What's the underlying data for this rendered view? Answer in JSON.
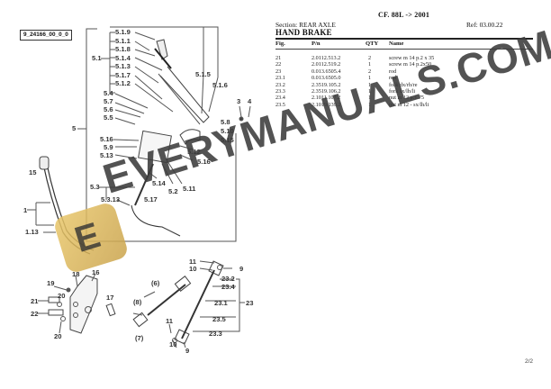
{
  "header": {
    "model": "CF. 88L -> 2001",
    "section": "Section: REAR AXLE",
    "ref": "Ref: 03.00.22",
    "group_name": "HAND BRAKE"
  },
  "table": {
    "columns": [
      "Fig.",
      "P/n",
      "QTY",
      "Name"
    ],
    "rows": [
      {
        "fig": "21",
        "pn": "2.0112.513.2",
        "qty": "2",
        "name": "screw m 14 p.2 x 35"
      },
      {
        "fig": "22",
        "pn": "2.0112.519.2",
        "qty": "1",
        "name": "screw m 14 p.2x50"
      },
      {
        "fig": "23",
        "pn": "0.013.6505.4",
        "qty": "2",
        "name": "rod"
      },
      {
        "fig": "23.1",
        "pn": "0.013.6505.0",
        "qty": "1",
        "name": "rod"
      },
      {
        "fig": "23.2",
        "pn": "2.3519.105.2",
        "qty": "1",
        "name": "fork dx/rh/re"
      },
      {
        "fig": "23.3",
        "pn": "2.3519.106.2",
        "qty": "1",
        "name": "fork sx/lh/li"
      },
      {
        "fig": "23.4",
        "pn": "2.1011.107.2",
        "qty": "1",
        "name": "nut m 12 p.1.75"
      },
      {
        "fig": "23.5",
        "pn": "2.1019.139.2",
        "qty": "1",
        "name": "nut m 12 - sx/lh/li"
      }
    ]
  },
  "diagram": {
    "id": "9_24166_00_0_0",
    "callouts": {
      "c519": "5.1.9",
      "c511": "5.1.1",
      "c518": "5.1.8",
      "c51": "5.1",
      "c514": "5.1.4",
      "c513": "5.1.3",
      "c517": "5.1.7",
      "c512": "5.1.2",
      "c515": "5.1.5",
      "c516": "5.1.6",
      "c54": "5.4",
      "c57": "5.7",
      "c56": "5.6",
      "c55": "5.5",
      "c5": "5",
      "c3": "3",
      "c4": "4",
      "c58": "5.8",
      "c510": "5.10",
      "c5_15": "5.15",
      "c5_16a": "5.16",
      "c59": "5.9",
      "c5_13": "5.13",
      "c5_12": "5.12",
      "c5_16b": "5.16",
      "c5_14": "5.14",
      "c52": "5.2",
      "c5_11": "5.11",
      "c53": "5.3",
      "c5313": "5.3.13",
      "c5_17": "5.17",
      "c15": "15",
      "c1": "1",
      "c113": "1.13",
      "c18": "18",
      "c16": "16",
      "c19": "19",
      "c17": "17",
      "c20a": "20",
      "c21": "21",
      "c22": "22",
      "c20b": "20",
      "c6": "(6)",
      "c8": "(8)",
      "c7": "(7)",
      "c11a": "11",
      "c10a": "10",
      "c9a": "9",
      "c232": "23.2",
      "c234": "23.4",
      "c231": "23.1",
      "c23": "23",
      "c235": "23.5",
      "c233": "23.3",
      "c11b": "11",
      "c10b": "10",
      "c9b": "9"
    }
  },
  "watermark": {
    "text": "EVERYMANUALS.COM",
    "logo_letter": "E",
    "logo_color": "#d9b55a"
  },
  "footer": {
    "page": "2/2"
  }
}
